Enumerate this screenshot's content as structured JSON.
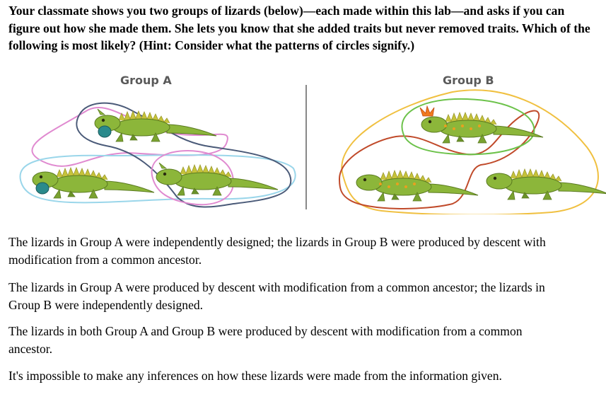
{
  "question": "Your classmate shows you two groups of lizards (below)—each made within this lab—and asks if you can figure out how she made them. She lets you know that she added traits but never removed traits. Which of the following is most likely? (Hint: Consider what the patterns of circles signify.)",
  "figure": {
    "group_a_label": "Group A",
    "group_b_label": "Group B",
    "colors": {
      "lizard_body": "#8cb63a",
      "lizard_spines": "#c6c23a",
      "dewlap": "#2a8a8c",
      "crest": "#f07a1e",
      "spots": "#e8a020",
      "a_pink_circle": "#e08ad0",
      "a_blue_circle": "#9ad6ea",
      "a_navy_circle": "#4a5a78",
      "b_green_circle": "#6cc24a",
      "b_red_circle": "#c04a2a",
      "b_yellow_circle": "#f0c040"
    }
  },
  "options": [
    "The lizards in Group A were independently designed; the lizards in Group B were produced by descent with modification from a common ancestor.",
    "The lizards in Group A were produced by descent with modification from a common ancestor; the lizards in Group B were independently designed.",
    "The lizards in both Group A and Group B were produced by descent with modification from a common ancestor.",
    "It's impossible to make any inferences on how these lizards were made from the information given."
  ]
}
